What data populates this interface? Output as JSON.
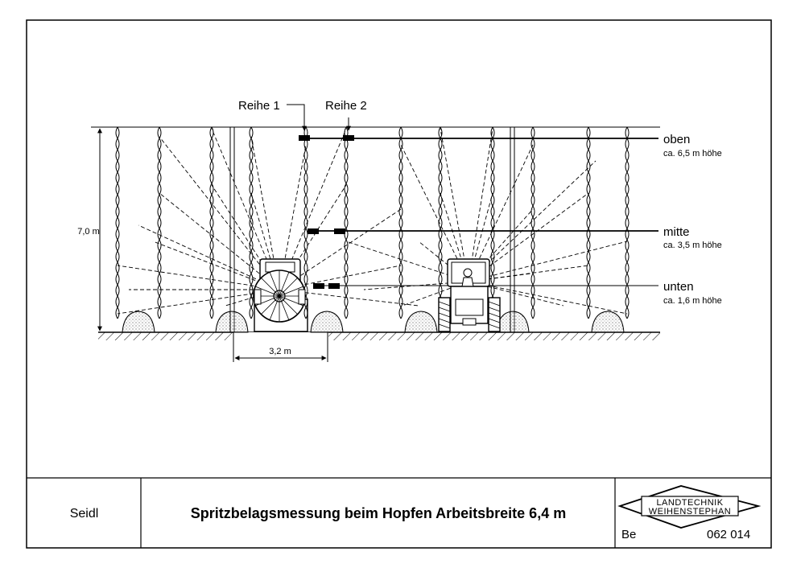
{
  "labels": {
    "row1": "Reihe 1",
    "row2": "Reihe 2",
    "height": "7,0 m",
    "width": "3,2 m"
  },
  "levels": [
    {
      "name": "oben",
      "sub": "ca. 6,5 m höhe"
    },
    {
      "name": "mitte",
      "sub": "ca. 3,5 m höhe"
    },
    {
      "name": "unten",
      "sub": "ca. 1,6 m höhe"
    }
  ],
  "title_block": {
    "author": "Seidl",
    "title": "Spritzbelagsmessung beim Hopfen Arbeitsbreite 6,4 m",
    "logo_line1": "LANDTECHNIK",
    "logo_line2": "WEIHENSTEPHAN",
    "code": "Be",
    "number": "062 014"
  }
}
